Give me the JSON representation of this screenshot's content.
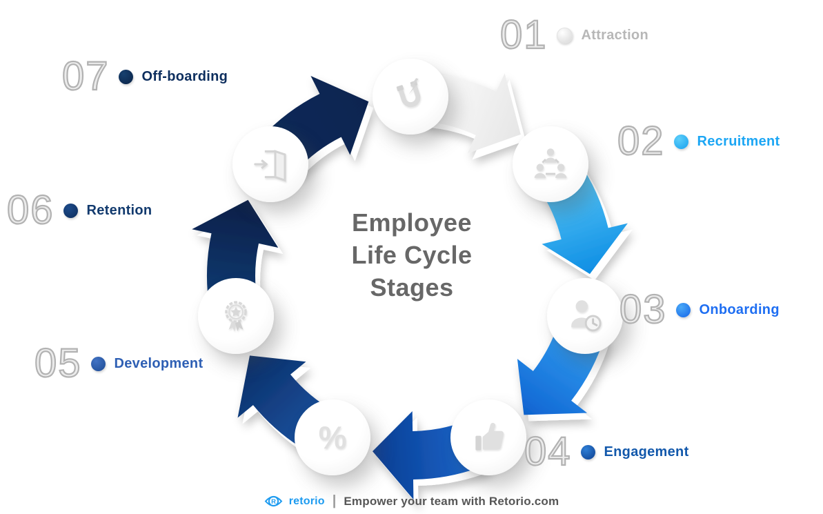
{
  "title": {
    "lines": [
      "Employee",
      "Life Cycle",
      "Stages"
    ],
    "color": "#676767"
  },
  "stages": [
    {
      "number": "01",
      "label": "Attraction",
      "icon": "magnet-icon",
      "label_color": "#b7b7b7",
      "bullet_colors": [
        "#ffffff",
        "#d7d7d7"
      ],
      "arrow_colors": [
        "#fdfdfd",
        "#e6e6e6"
      ]
    },
    {
      "number": "02",
      "label": "Recruitment",
      "icon": "team-cycle-icon",
      "label_color": "#1ca6f4",
      "bullet_colors": [
        "#5ecff9",
        "#18a0ef"
      ],
      "arrow_colors": [
        "#5ac8f7",
        "#0e8ee4"
      ]
    },
    {
      "number": "03",
      "label": "Onboarding",
      "icon": "person-clock-icon",
      "label_color": "#1e6ef2",
      "bullet_colors": [
        "#4aa9f7",
        "#1565e8"
      ],
      "arrow_colors": [
        "#33a0f2",
        "#0f64d2"
      ]
    },
    {
      "number": "04",
      "label": "Engagement",
      "icon": "thumbs-up-icon",
      "label_color": "#1258ab",
      "bullet_colors": [
        "#2f7fd6",
        "#0c3f8f"
      ],
      "arrow_colors": [
        "#1a67cc",
        "#0a3d92"
      ]
    },
    {
      "number": "05",
      "label": "Development",
      "icon": "percent-icon",
      "label_color": "#2e5fb4",
      "bullet_colors": [
        "#4273c4",
        "#1c4a93"
      ],
      "arrow_colors": [
        "#19519f",
        "#0c2f68"
      ]
    },
    {
      "number": "06",
      "label": "Retention",
      "icon": "award-icon",
      "label_color": "#123a6e",
      "bullet_colors": [
        "#1d4b8a",
        "#0d2d5c"
      ],
      "arrow_colors": [
        "#103a72",
        "#081f47"
      ]
    },
    {
      "number": "07",
      "label": "Off-boarding",
      "icon": "door-icon",
      "label_color": "#0d2e5e",
      "bullet_colors": [
        "#16406f",
        "#0a2246"
      ],
      "arrow_colors": [
        "#0c2a58",
        "#0a2450"
      ]
    }
  ],
  "footer": {
    "brand": "retorio",
    "divider": "|",
    "tagline": "Empower your team with Retorio.com",
    "brand_color": "#1d9bf0",
    "tagline_color": "#565656"
  }
}
